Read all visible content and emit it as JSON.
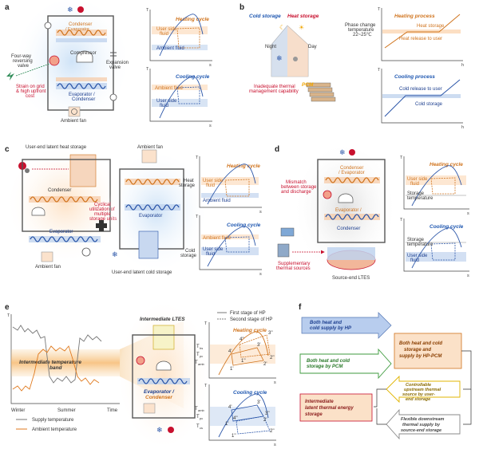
{
  "panels": {
    "a": {
      "letter": "a",
      "condenser": "Condenser",
      "condenser2": "/ Evaporator",
      "compressor": "Compressor",
      "expansion": "Expansion",
      "expansion2": "valve",
      "fourway": "Four-way",
      "fourway2": "reversing",
      "fourway3": "valve",
      "strain": "Strain on grid",
      "strain2": "& high upfront",
      "strain3": "cost",
      "evaporator": "Evaporator /",
      "evaporator2": "Condenser",
      "fan": "Ambient fan",
      "heating_title": "Heating cycle",
      "cooling_title": "Cooling cycle",
      "user_side": "User side",
      "fluid": "fluid",
      "ambient": "Ambient fluid",
      "ambient_c": "Ambient fluid",
      "user_c": "User side",
      "fluid_c": "fluid"
    },
    "b": {
      "letter": "b",
      "cold": "Cold storage",
      "heat": "Heat storage",
      "night": "Night",
      "day": "Day",
      "inadequate": "Inadequate thermal",
      "inadequate2": "management capability",
      "pcm": "PCM",
      "phase": "Phase change",
      "phase2": "temperature",
      "phase3": "22~25℃",
      "heating_proc": "Heating process",
      "heat_storage": "Heat storage",
      "heat_release": "Heat release to user",
      "cooling_proc": "Cooling process",
      "cold_release": "Cold release to user",
      "cold_storage": "Cold storage"
    },
    "c": {
      "letter": "c",
      "user_end": "User-end latent heat storage",
      "ambient_fan_top": "Ambient fan",
      "cyclical": "Cyclical",
      "cyclical2": "utilization of",
      "cyclical3": "multiple",
      "cyclical4": "storage units",
      "condenser": "Condenser",
      "evaporator": "Evaporator",
      "evaporator_r": "Evaporator",
      "ambient_fan": "Ambient fan",
      "cold_end": "User-end latent cold storage",
      "heat_storage": "Heat",
      "heat_storage2": "storage",
      "cold_storage": "Cold",
      "cold_storage2": "storage",
      "heating_title": "Heating cycle",
      "cooling_title": "Cooling cycle",
      "user_side": "User side",
      "fluid": "fluid",
      "ambient": "Ambient fluid",
      "ambient_c": "Ambient fluid",
      "user_c": "User side",
      "fluid_c": "fluid"
    },
    "d": {
      "letter": "d",
      "mismatch": "Mismatch",
      "mismatch2": "between storage",
      "mismatch3": "and discharge",
      "condenser": "Condenser",
      "condenser2": "/ Evaporator",
      "evaporator": "Evaporator /",
      "evaporator2": "Condenser",
      "supplementary": "Supplementary",
      "supplementary2": "thermal sources",
      "source_end": "Source-end LTES",
      "heating_title": "Heating cycle",
      "cooling_title": "Cooling cycle",
      "user_side": "User side",
      "fluid": "fluid",
      "storage_temp": "Storage",
      "storage_temp2": "temperature",
      "storage_temp_c": "Storage",
      "storage_temp_c2": "temperature",
      "user_c": "User side",
      "fluid_c": "fluid"
    },
    "e": {
      "letter": "e",
      "band": "Intermediate temperature",
      "band2": "band",
      "winter": "Winter",
      "summer": "Summer",
      "time": "Time",
      "supply": "Supply temperature",
      "ambient": "Ambient temperature",
      "intermediate_ltes": "Intermediate LTES",
      "evaporator": "Evaporator /",
      "evaporator2": "Condenser",
      "first_stage": "First stage of HP",
      "second_stage": "Second stage of HP",
      "heating_title": "Heating cycle",
      "cooling_title": "Cooling cycle",
      "t_hs": "T",
      "t_hs_sub": "hs",
      "t_pc": "T",
      "t_pc_sub": "pc",
      "t_amb": "T",
      "t_amb_sub": "amb",
      "t_amb_c": "T",
      "t_amb_c_sub": "amb",
      "t_pc_c": "T",
      "t_pc_c_sub": "pc",
      "t_cs": "T",
      "t_cs_sub": "cs",
      "p4pp": "4''",
      "p3pp": "3''",
      "p4p": "4'",
      "p3p": "3'",
      "p1p": "1'",
      "p2p": "2'",
      "p1pp": "1''",
      "p2pp": "2''",
      "p4p_c": "4'",
      "p3p_c": "3'",
      "p4pp_c": "4''",
      "p3pp_c": "3''",
      "p1p_c": "1'",
      "p2p_c": "2'",
      "p1pp_c": "1''",
      "p2pp_c": "2''"
    },
    "f": {
      "letter": "f",
      "box1": "Both heat and",
      "box1b": "cold supply by HP",
      "box2": "Both heat and cold",
      "box2b": "storage by PCM",
      "box3": "Both heat and cold",
      "box3b": "storage and",
      "box3c": "supply by HP-PCM",
      "box4": "Intermediate",
      "box4b": "latent thermal energy",
      "box4c": "storage",
      "box5": "Controllable",
      "box5b": "upstream thermal",
      "box5c": "source by user-",
      "box5d": "end storage",
      "box6": "Flexible downstream",
      "box6b": "thermal supply by",
      "box6c": "source-end storage"
    }
  },
  "axis": {
    "T": "T",
    "s": "s",
    "h": "h"
  },
  "colors": {
    "heat": "#d0741e",
    "cold": "#2a55a8",
    "alert": "#c8102e",
    "pcm": "#f0a500"
  }
}
